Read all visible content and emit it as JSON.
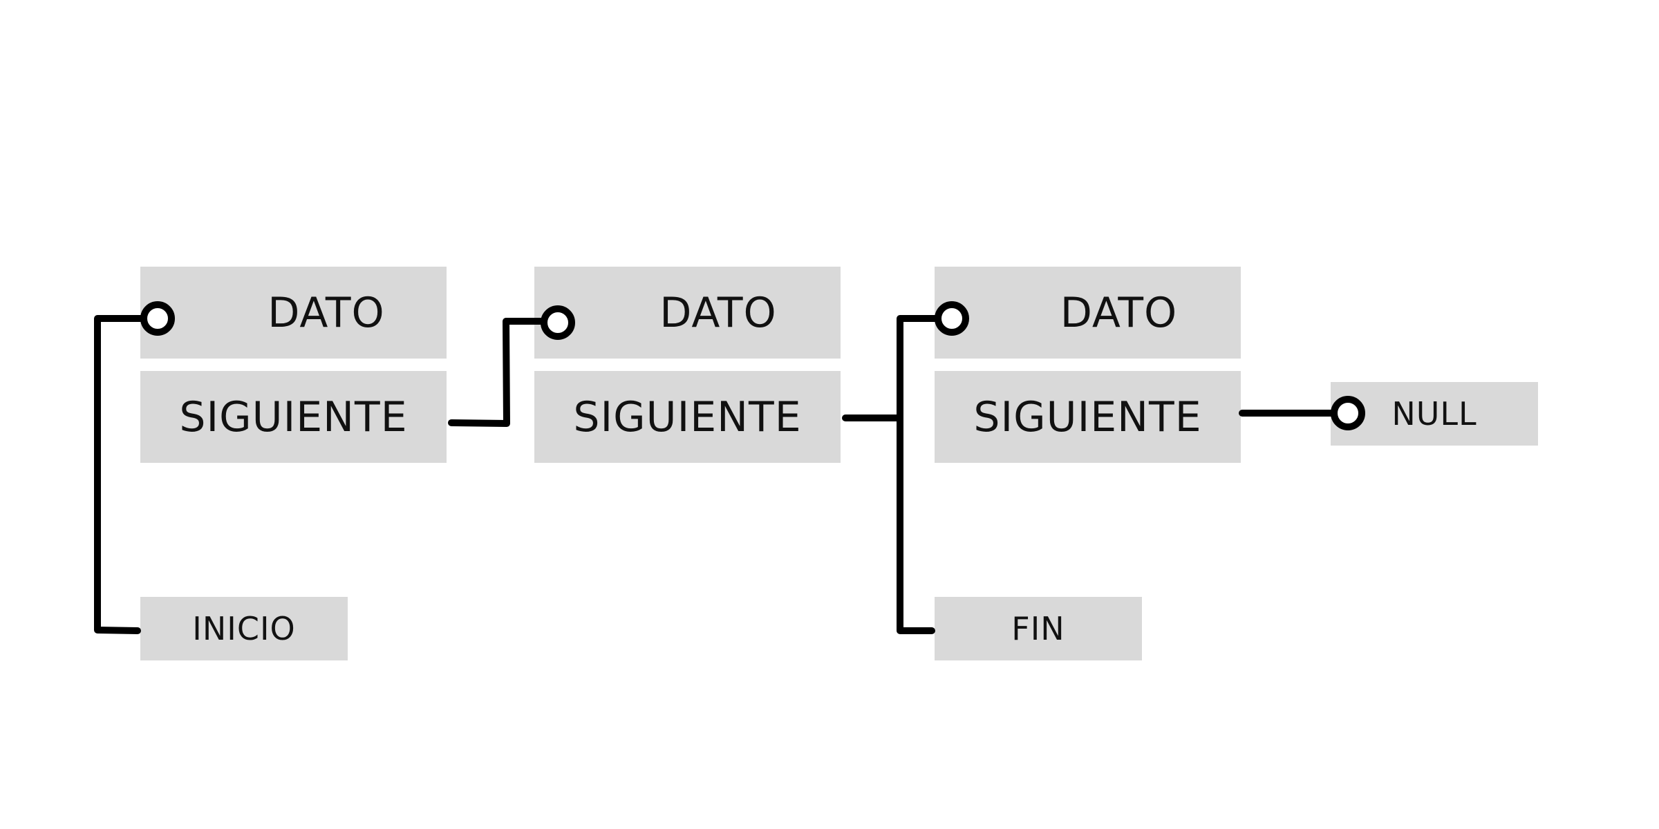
{
  "nodes": [
    {
      "dato": "DATO",
      "siguiente": "SIGUIENTE"
    },
    {
      "dato": "DATO",
      "siguiente": "SIGUIENTE"
    },
    {
      "dato": "DATO",
      "siguiente": "SIGUIENTE"
    }
  ],
  "pointers": {
    "inicio": "INICIO",
    "fin": "FIN",
    "null": "NULL"
  },
  "colors": {
    "box_fill": "#d9d9d9",
    "line": "#000000",
    "text": "#111111"
  }
}
